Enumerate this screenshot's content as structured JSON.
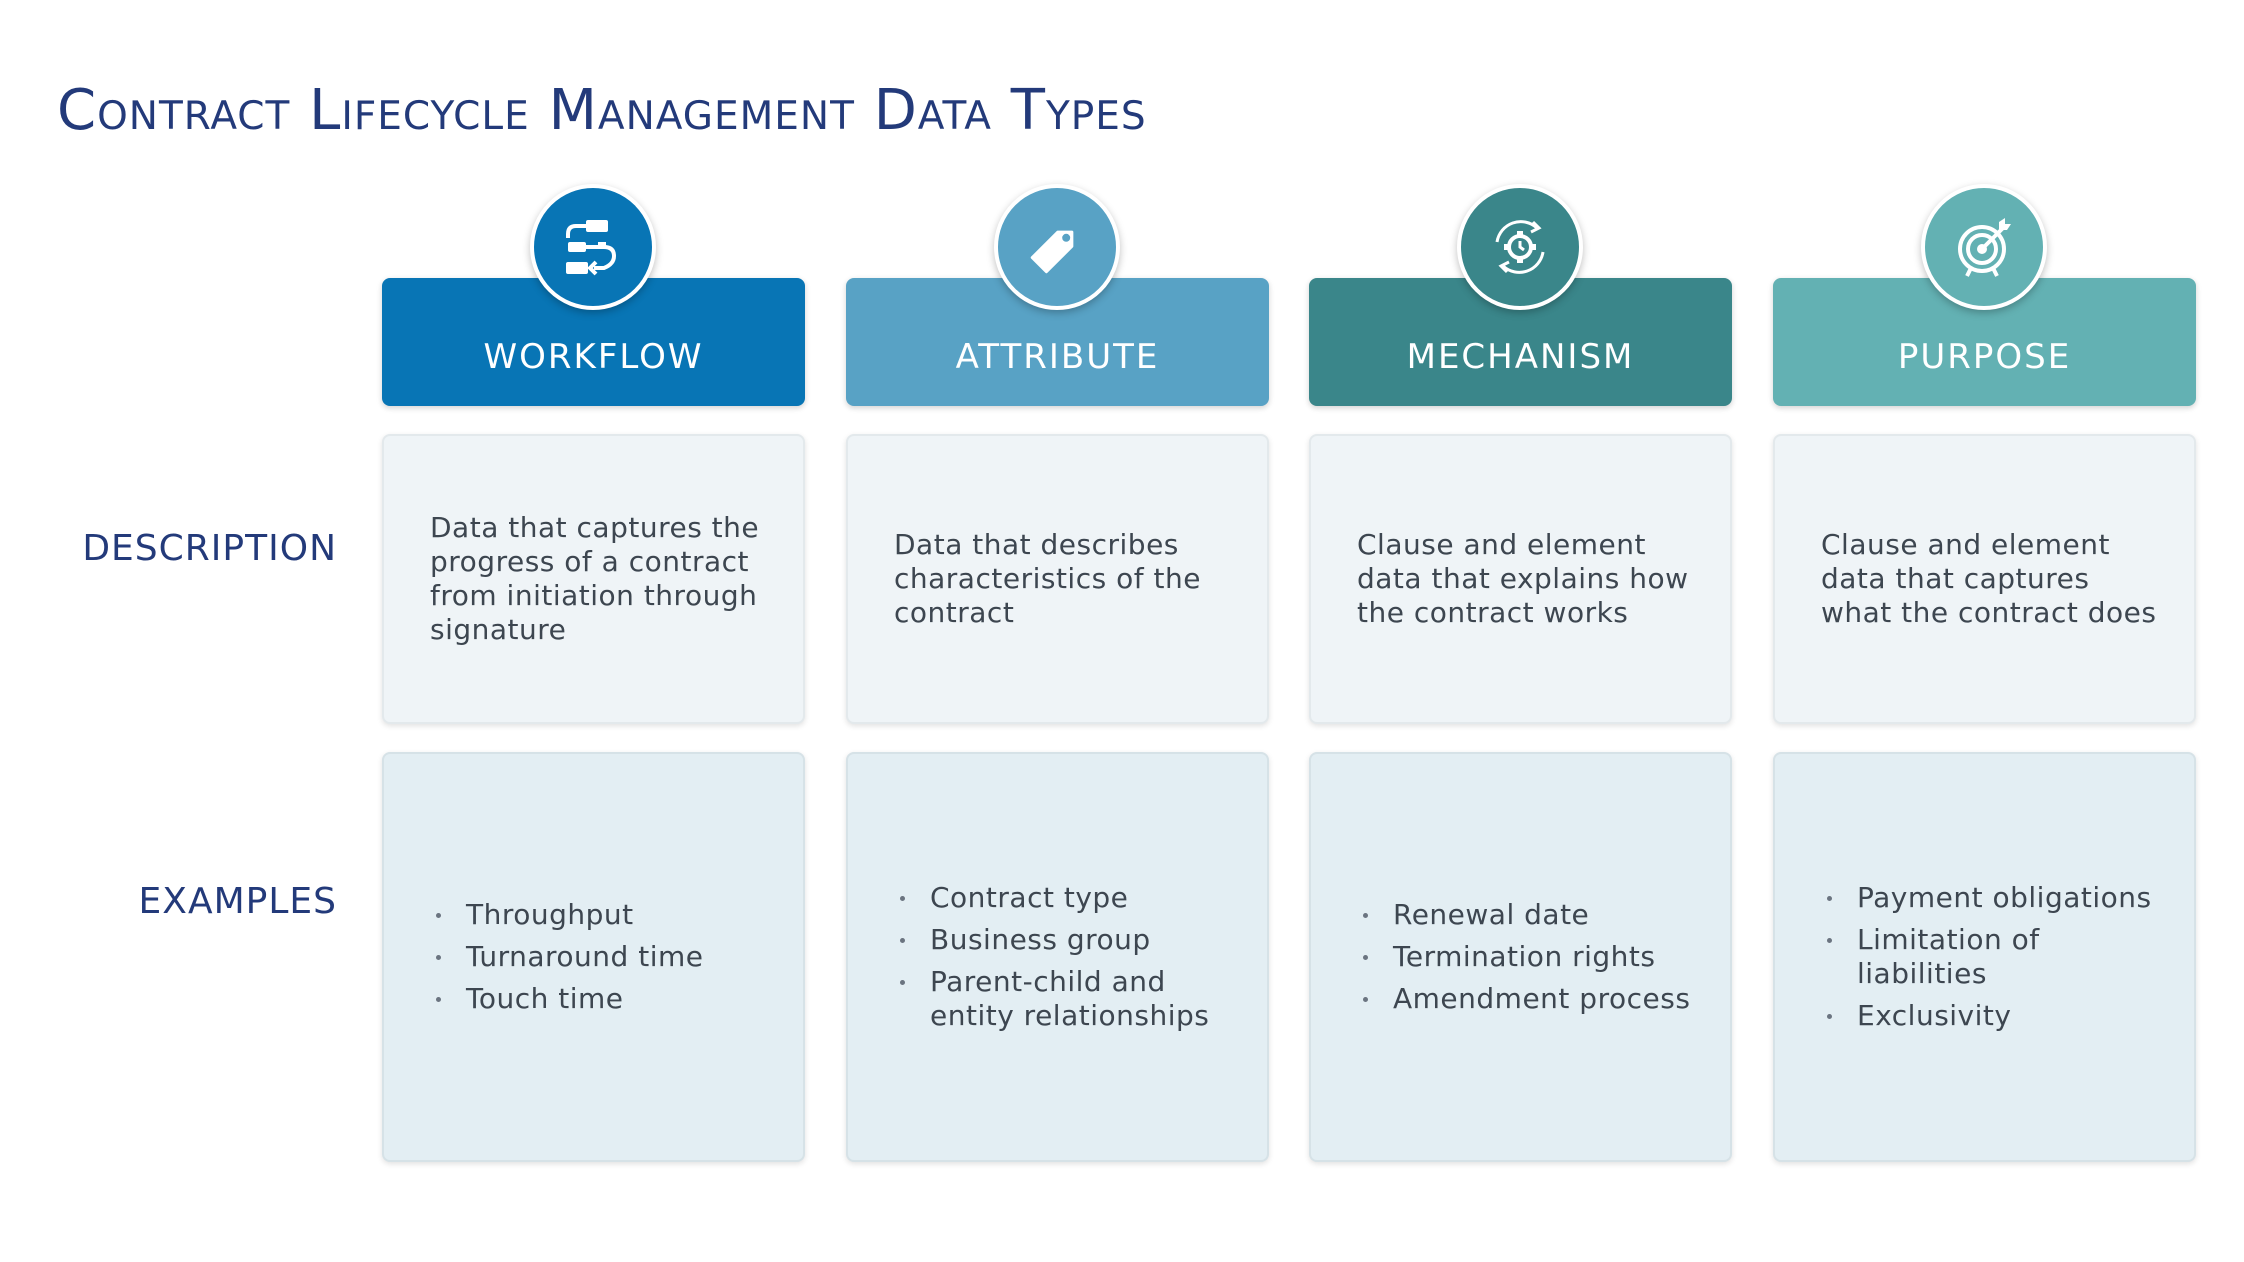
{
  "title": "Contract Lifecycle Management Data Types",
  "row_labels": {
    "description": "DESCRIPTION",
    "examples": "EXAMPLES"
  },
  "columns": [
    {
      "header": "WORKFLOW",
      "color": "#0875b5",
      "icon": "workflow-icon",
      "description": "Data that captures the progress of a contract from initiation through signature",
      "examples": [
        "Throughput",
        "Turnaround time",
        "Touch time"
      ]
    },
    {
      "header": "ATTRIBUTE",
      "color": "#58a2c5",
      "icon": "tag-icon",
      "description": "Data that describes characteristics of the contract",
      "examples": [
        "Contract type",
        "Business group",
        "Parent-child and entity relationships"
      ]
    },
    {
      "header": "MECHANISM",
      "color": "#3a868a",
      "icon": "gear-cycle-icon",
      "description": "Clause and element data that explains how the contract works",
      "examples": [
        "Renewal date",
        "Termination rights",
        "Amendment process"
      ]
    },
    {
      "header": "PURPOSE",
      "color": "#63b1b3",
      "icon": "target-icon",
      "description": "Clause and element data that captures what the contract does",
      "examples": [
        "Payment obligations",
        "Limitation of liabilities",
        "Exclusivity"
      ]
    }
  ]
}
